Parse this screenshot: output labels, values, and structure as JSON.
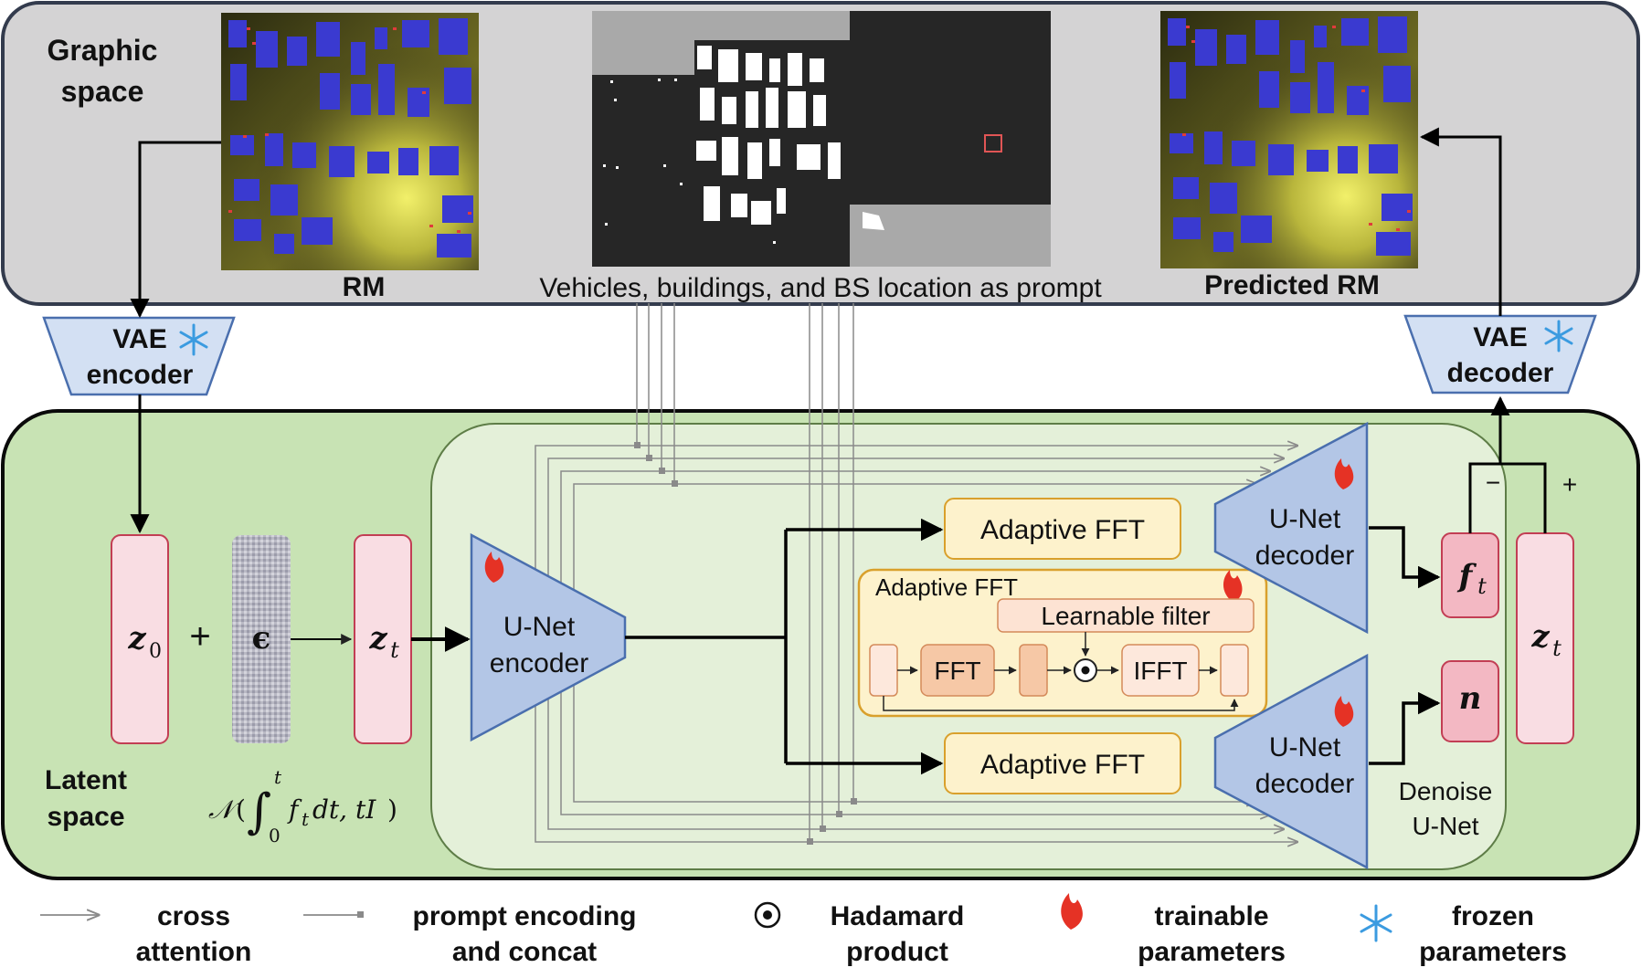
{
  "graphic_space": {
    "label_line1": "Graphic",
    "label_line2": "space",
    "rm_label": "RM",
    "prompt_label": "Vehicles, buildings, and BS location as prompt",
    "predicted_label": "Predicted RM"
  },
  "vae": {
    "encoder_line1": "VAE",
    "encoder_line2": "encoder",
    "decoder_line1": "VAE",
    "decoder_line2": "decoder"
  },
  "latent_space": {
    "label_line1": "Latent",
    "label_line2": "space",
    "z0_sym": "z",
    "z0_sub": "0",
    "plus": "+",
    "eps": "ϵ",
    "zt_sym": "z",
    "zt_sub": "t",
    "dist_N": "𝒩",
    "dist_open": "(",
    "dist_integral": "∫",
    "dist_upper": "t",
    "dist_lower": "0",
    "dist_body": "f",
    "dist_body_sub": "t",
    "dist_rest": "dt, tI",
    "dist_close": ")"
  },
  "unet": {
    "encoder_line1": "U-Net",
    "encoder_line2": "encoder",
    "decoder_top_line1": "U-Net",
    "decoder_top_line2": "decoder",
    "decoder_bottom_line1": "U-Net",
    "decoder_bottom_line2": "decoder",
    "denoise_line1": "Denoise",
    "denoise_line2": "U-Net"
  },
  "fft": {
    "top_block": "Adaptive FFT",
    "bottom_block": "Adaptive FFT",
    "detail_title": "Adaptive FFT",
    "learnable_filter": "Learnable filter",
    "fft": "FFT",
    "ifft": "IFFT"
  },
  "outputs": {
    "ft_sym": "f",
    "ft_sub": "t",
    "n_sym": "n",
    "zt_sym": "z",
    "zt_sub": "t",
    "minus": "−",
    "plus": "+"
  },
  "legend": {
    "cross_line1": "cross",
    "cross_line2": "attention",
    "prompt_line1": "prompt encoding",
    "prompt_line2": "and concat",
    "hadamard_line1": "Hadamard",
    "hadamard_line2": "product",
    "trainable_line1": "trainable",
    "trainable_line2": "parameters",
    "frozen_line1": "frozen",
    "frozen_line2": "parameters"
  },
  "colors": {
    "graphic_bg": "#d4d3d4",
    "latent_bg": "#c8e3b4",
    "denoise_bg": "#e4f0d9",
    "pink_box": "#f9dde3",
    "pink_dark": "#f3b8c3",
    "blue_trap": "#b3c6e6",
    "fft_box": "#fdf2cc",
    "fft_border": "#d9a02c",
    "peach": "#f6c8a6",
    "flame": "#e53225",
    "snow": "#3b9be0"
  }
}
